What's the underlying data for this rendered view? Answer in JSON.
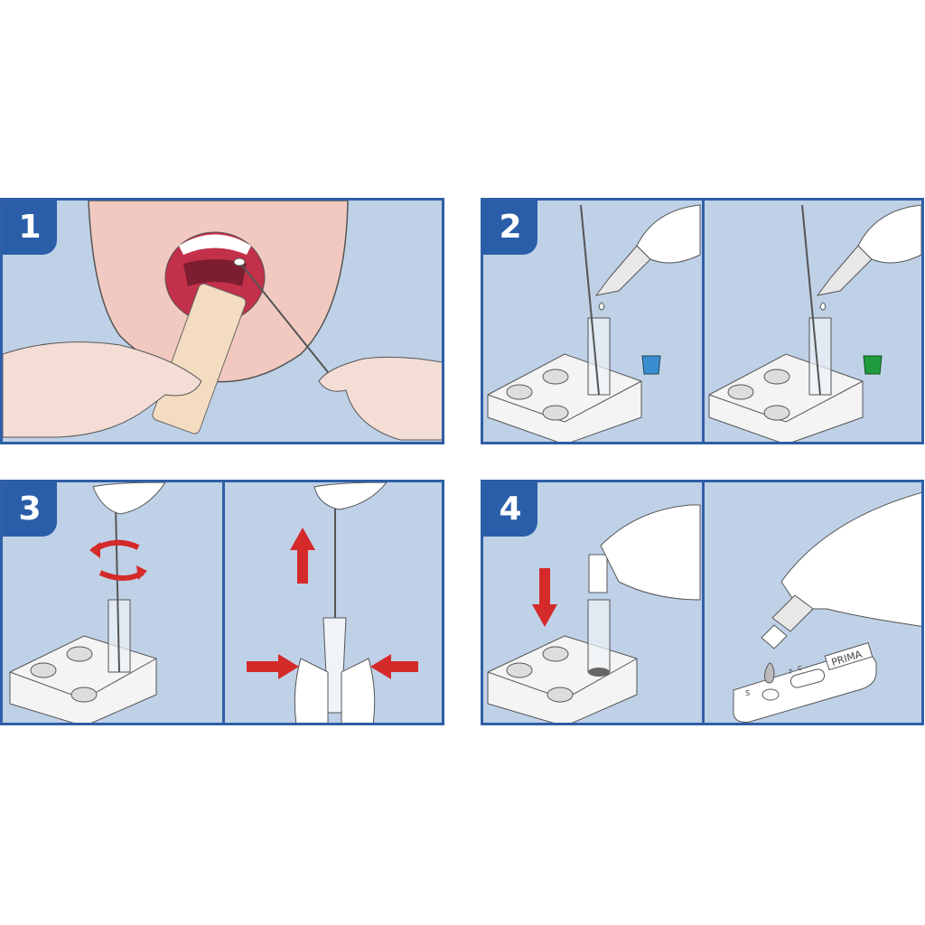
{
  "steps": [
    {
      "number": "1"
    },
    {
      "number": "2"
    },
    {
      "number": "3"
    },
    {
      "number": "4",
      "cassette": {
        "brand": "PRIMA",
        "sample_label": "S",
        "test_label": "T",
        "control_label": "C"
      }
    }
  ],
  "colors": {
    "frame": "#2f5fa6",
    "badge": "#2a5ea8",
    "background": "#bfd1e7",
    "arrow": "#d42a2a",
    "cap_blue": "#3a8ed0",
    "cap_green": "#1f9a3c"
  }
}
